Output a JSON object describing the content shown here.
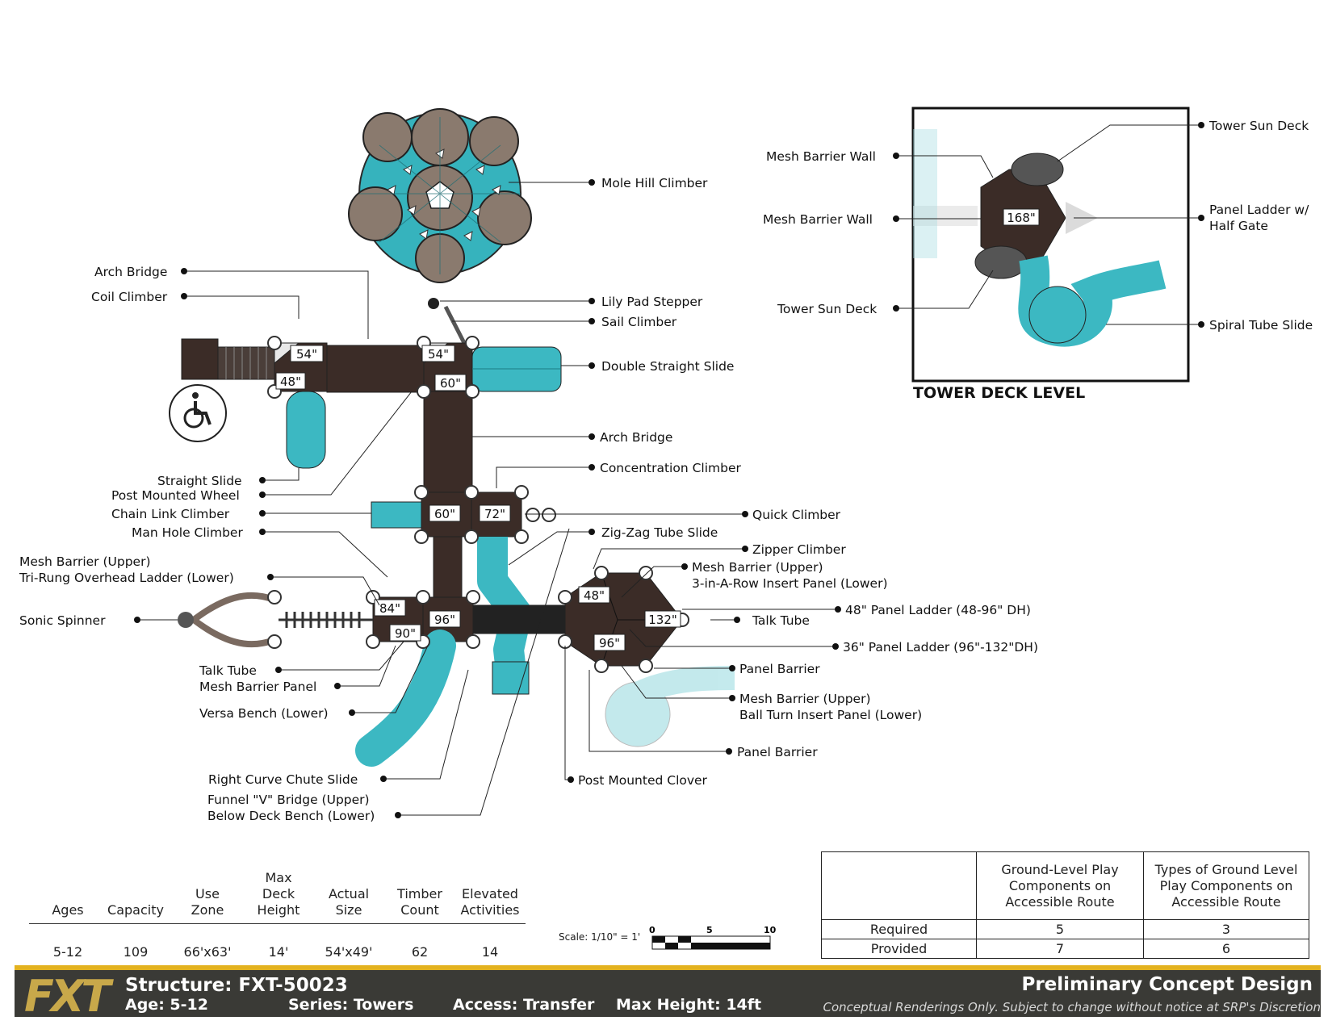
{
  "diagram": {
    "left_labels": [
      "Arch Bridge",
      "Coil Climber",
      "Straight Slide",
      "Post Mounted Wheel",
      "Chain Link Climber",
      "Man Hole Climber",
      "Mesh Barrier (Upper)",
      "Tri-Rung Overhead Ladder (Lower)",
      "Sonic Spinner",
      "Talk Tube",
      "Mesh Barrier Panel",
      "Versa Bench (Lower)",
      "Right Curve Chute Slide",
      "Funnel \"V\" Bridge (Upper)",
      "Below Deck Bench (Lower)"
    ],
    "right_labels": [
      "Mole Hill Climber",
      "Lily Pad Stepper",
      "Sail Climber",
      "Double Straight Slide",
      "Arch Bridge",
      "Concentration Climber",
      "Quick Climber",
      "Zig-Zag Tube Slide",
      "Zipper Climber",
      "Mesh Barrier (Upper)",
      "3-in-A-Row Insert Panel (Lower)",
      "48\" Panel Ladder (48-96\" DH)",
      "Talk Tube",
      "36\" Panel Ladder (96\"-132\"DH)",
      "Panel Barrier",
      "Mesh Barrier (Upper)",
      "Ball Turn Insert Panel (Lower)",
      "Panel Barrier",
      "Post Mounted Clover"
    ],
    "deck_heights": [
      "54\"",
      "54\"",
      "48\"",
      "60\"",
      "60\"",
      "72\"",
      "48\"",
      "84\"",
      "96\"",
      "90\"",
      "132\"",
      "96\""
    ],
    "tower": {
      "title": "TOWER DECK LEVEL",
      "deck_height": "168\"",
      "labels": [
        "Mesh Barrier Wall",
        "Mesh Barrier Wall",
        "Tower Sun Deck",
        "Tower Sun Deck",
        "Panel Ladder w/",
        "Half Gate",
        "Spiral Tube Slide"
      ]
    }
  },
  "specs": {
    "headers": [
      [
        "Ages"
      ],
      [
        "Capacity"
      ],
      [
        "Use",
        "Zone"
      ],
      [
        "Max",
        "Deck",
        "Height"
      ],
      [
        "Actual",
        "Size"
      ],
      [
        "Timber",
        "Count"
      ],
      [
        "Elevated",
        "Activities"
      ]
    ],
    "values": [
      "5-12",
      "109",
      "66'x63'",
      "14'",
      "54'x49'",
      "62",
      "14"
    ]
  },
  "scale": {
    "label": "Scale: 1/10\" = 1'",
    "ticks": [
      "0",
      "5",
      "10"
    ]
  },
  "accessible_table": {
    "col_headers": [
      "Ground-Level Play Components on Accessible Route",
      "Types of Ground Level Play Components on Accessible Route"
    ],
    "rows": [
      {
        "label": "Required",
        "values": [
          "5",
          "3"
        ]
      },
      {
        "label": "Provided",
        "values": [
          "7",
          "6"
        ]
      }
    ]
  },
  "footer": {
    "logo": "FXT",
    "structure": "Structure: FXT-50023",
    "age": "Age: 5-12",
    "series": "Series: Towers",
    "access": "Access: Transfer",
    "max_height": "Max Height: 14ft",
    "status": "Preliminary Concept Design",
    "disclaimer": "Conceptual Renderings Only. Subject to change without notice at SRP's Discretion"
  },
  "colors": {
    "deck": "#3b2c27",
    "slide": "#3cb8c2",
    "dome_tan": "#8a7a6e",
    "footer": "#3a3a36",
    "accent": "#e3b21f"
  }
}
